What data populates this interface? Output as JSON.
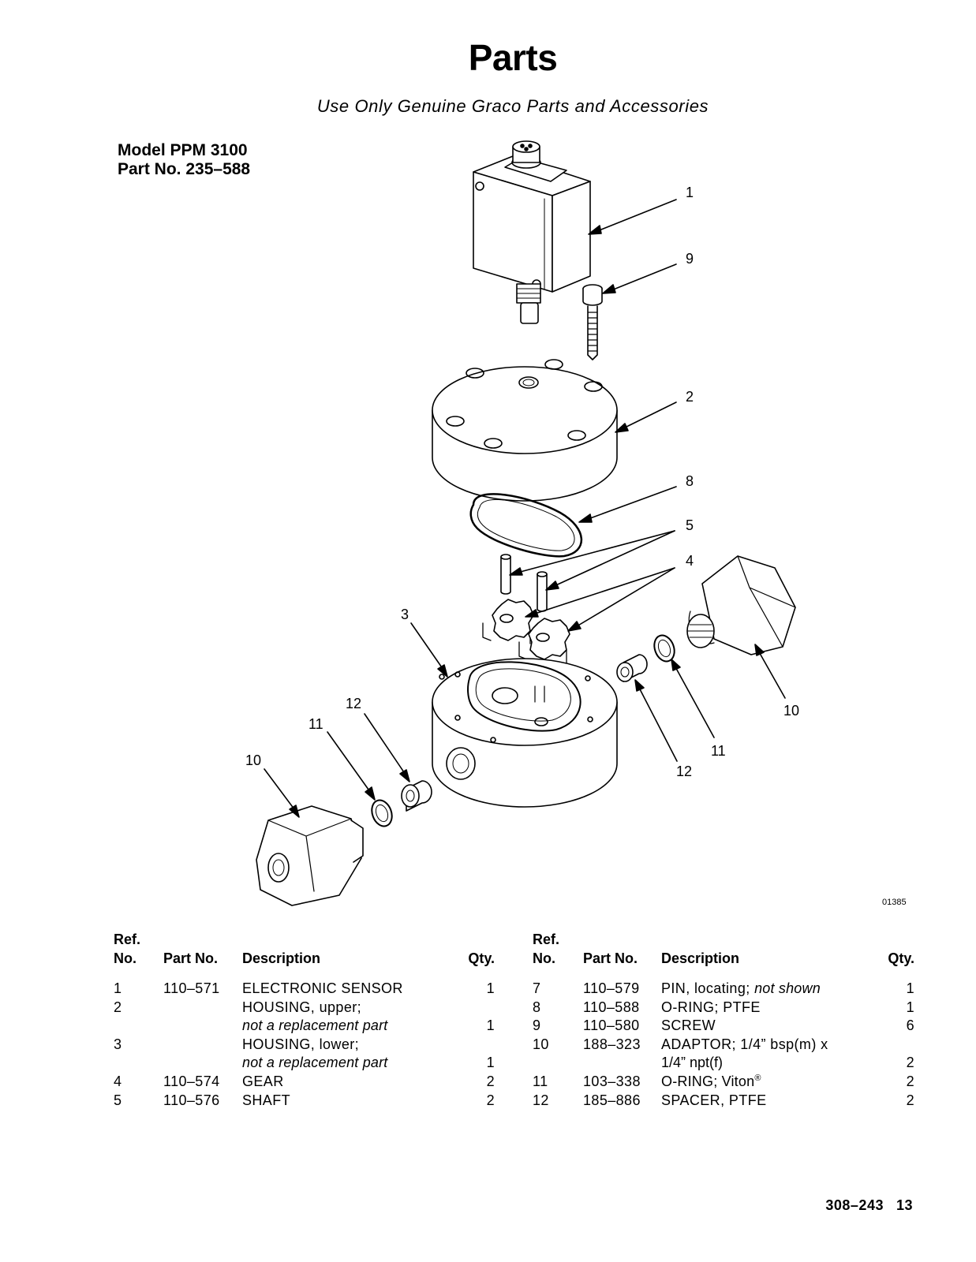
{
  "header": {
    "title": "Parts",
    "subtitle": "Use Only Genuine Graco Parts and Accessories"
  },
  "model": {
    "model_line": "Model PPM 3100",
    "part_line": "Part No. 235–588"
  },
  "diagram": {
    "figure_number": "01385",
    "callouts": [
      "1",
      "9",
      "2",
      "8",
      "5",
      "4",
      "3",
      "12",
      "11",
      "10",
      "10",
      "11",
      "12"
    ]
  },
  "table": {
    "headers": {
      "ref": "Ref.",
      "no": "No.",
      "part_no": "Part No.",
      "description": "Description",
      "qty": "Qty."
    },
    "left_rows": [
      {
        "ref": "1",
        "part": "110–571",
        "desc": "ELECTRONIC SENSOR",
        "desc2": "",
        "qty": "1"
      },
      {
        "ref": "2",
        "part": "",
        "desc": "HOUSING, upper;",
        "desc2": "not a replacement part",
        "qty": "1"
      },
      {
        "ref": "3",
        "part": "",
        "desc": "HOUSING, lower;",
        "desc2": "not a replacement part",
        "qty": "1"
      },
      {
        "ref": "4",
        "part": "110–574",
        "desc": "GEAR",
        "desc2": "",
        "qty": "2"
      },
      {
        "ref": "5",
        "part": "110–576",
        "desc": "SHAFT",
        "desc2": "",
        "qty": "2"
      }
    ],
    "right_rows": [
      {
        "ref": "7",
        "part": "110–579",
        "desc": "PIN, locating; ",
        "desc_italic": "not shown",
        "desc2": "",
        "qty": "1"
      },
      {
        "ref": "8",
        "part": "110–588",
        "desc": "O-RING; PTFE",
        "desc_italic": "",
        "desc2": "",
        "qty": "1"
      },
      {
        "ref": "9",
        "part": "110–580",
        "desc": "SCREW",
        "desc_italic": "",
        "desc2": "",
        "qty": "6"
      },
      {
        "ref": "10",
        "part": "188–323",
        "desc": "ADAPTOR; 1/4” bsp(m) x",
        "desc_italic": "",
        "desc2": "1/4” npt(f)",
        "qty": "2"
      },
      {
        "ref": "11",
        "part": "103–338",
        "desc": "O-RING; Viton",
        "desc_italic": "",
        "desc_sup": "®",
        "desc2": "",
        "qty": "2"
      },
      {
        "ref": "12",
        "part": "185–886",
        "desc": "SPACER, PTFE",
        "desc_italic": "",
        "desc2": "",
        "qty": "2"
      }
    ]
  },
  "footer": {
    "doc_number": "308–243",
    "page_number": "13"
  }
}
